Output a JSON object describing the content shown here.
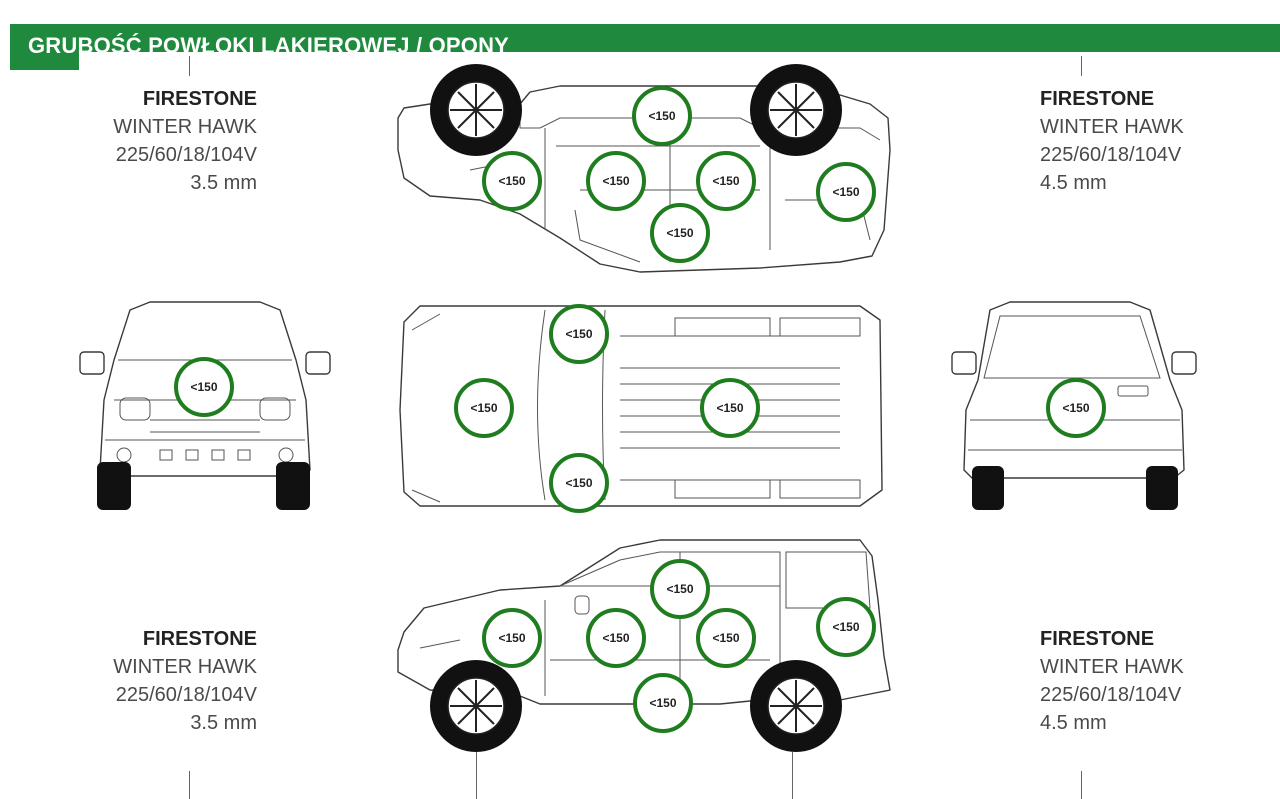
{
  "header": {
    "title": "GRUBOŚĆ POWŁOKI LAKIEROWEJ / OPONY",
    "color": "#1f8a3e"
  },
  "tires": {
    "top_left": {
      "brand": "FIRESTONE",
      "model": "WINTER HAWK",
      "size": "225/60/18/104V",
      "tread": "3.5 mm"
    },
    "top_right": {
      "brand": "FIRESTONE",
      "model": "WINTER HAWK",
      "size": "225/60/18/104V",
      "tread": "4.5 mm"
    },
    "bottom_left": {
      "brand": "FIRESTONE",
      "model": "WINTER HAWK",
      "size": "225/60/18/104V",
      "tread": "3.5 mm"
    },
    "bottom_right": {
      "brand": "FIRESTONE",
      "model": "WINTER HAWK",
      "size": "225/60/18/104V",
      "tread": "4.5 mm"
    }
  },
  "paint_readings": {
    "left_side": [
      "<150",
      "<150",
      "<150",
      "<150",
      "<150",
      "<150"
    ],
    "front": [
      "<150"
    ],
    "roof": [
      "<150",
      "<150",
      "<150",
      "<150"
    ],
    "rear": [
      "<150"
    ],
    "right_side": [
      "<150",
      "<150",
      "<150",
      "<150",
      "<150",
      "<150"
    ]
  },
  "marker_color": "#1f7d1f"
}
